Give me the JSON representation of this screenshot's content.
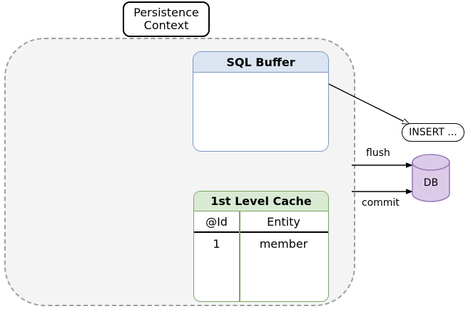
{
  "diagram": {
    "title_box": {
      "line1": "Persistence",
      "line2": "Context"
    },
    "sql_buffer": {
      "header": "SQL Buffer",
      "body_items": []
    },
    "cache": {
      "header": "1st Level Cache",
      "columns": [
        "@Id",
        "Entity"
      ],
      "rows": [
        {
          "id": "1",
          "entity": "member"
        }
      ]
    },
    "database": {
      "label": "DB"
    },
    "statement_bubble": {
      "text": "INSERT ..."
    },
    "arrows": [
      {
        "name": "sql-to-insert",
        "label": ""
      },
      {
        "name": "flush",
        "label": "flush"
      },
      {
        "name": "commit",
        "label": "commit"
      }
    ],
    "labels": {
      "flush": "flush",
      "commit": "commit"
    },
    "colors": {
      "region_fill": "#f4f4f4",
      "region_border": "#9e9e9e",
      "sql_header_fill": "#dbe5f1",
      "sql_border": "#7b96c4",
      "cache_header_fill": "#d9ead3",
      "cache_border": "#7aa663",
      "db_fill": "#dccbe8",
      "db_border": "#9b7cba",
      "stroke": "#000000"
    }
  }
}
